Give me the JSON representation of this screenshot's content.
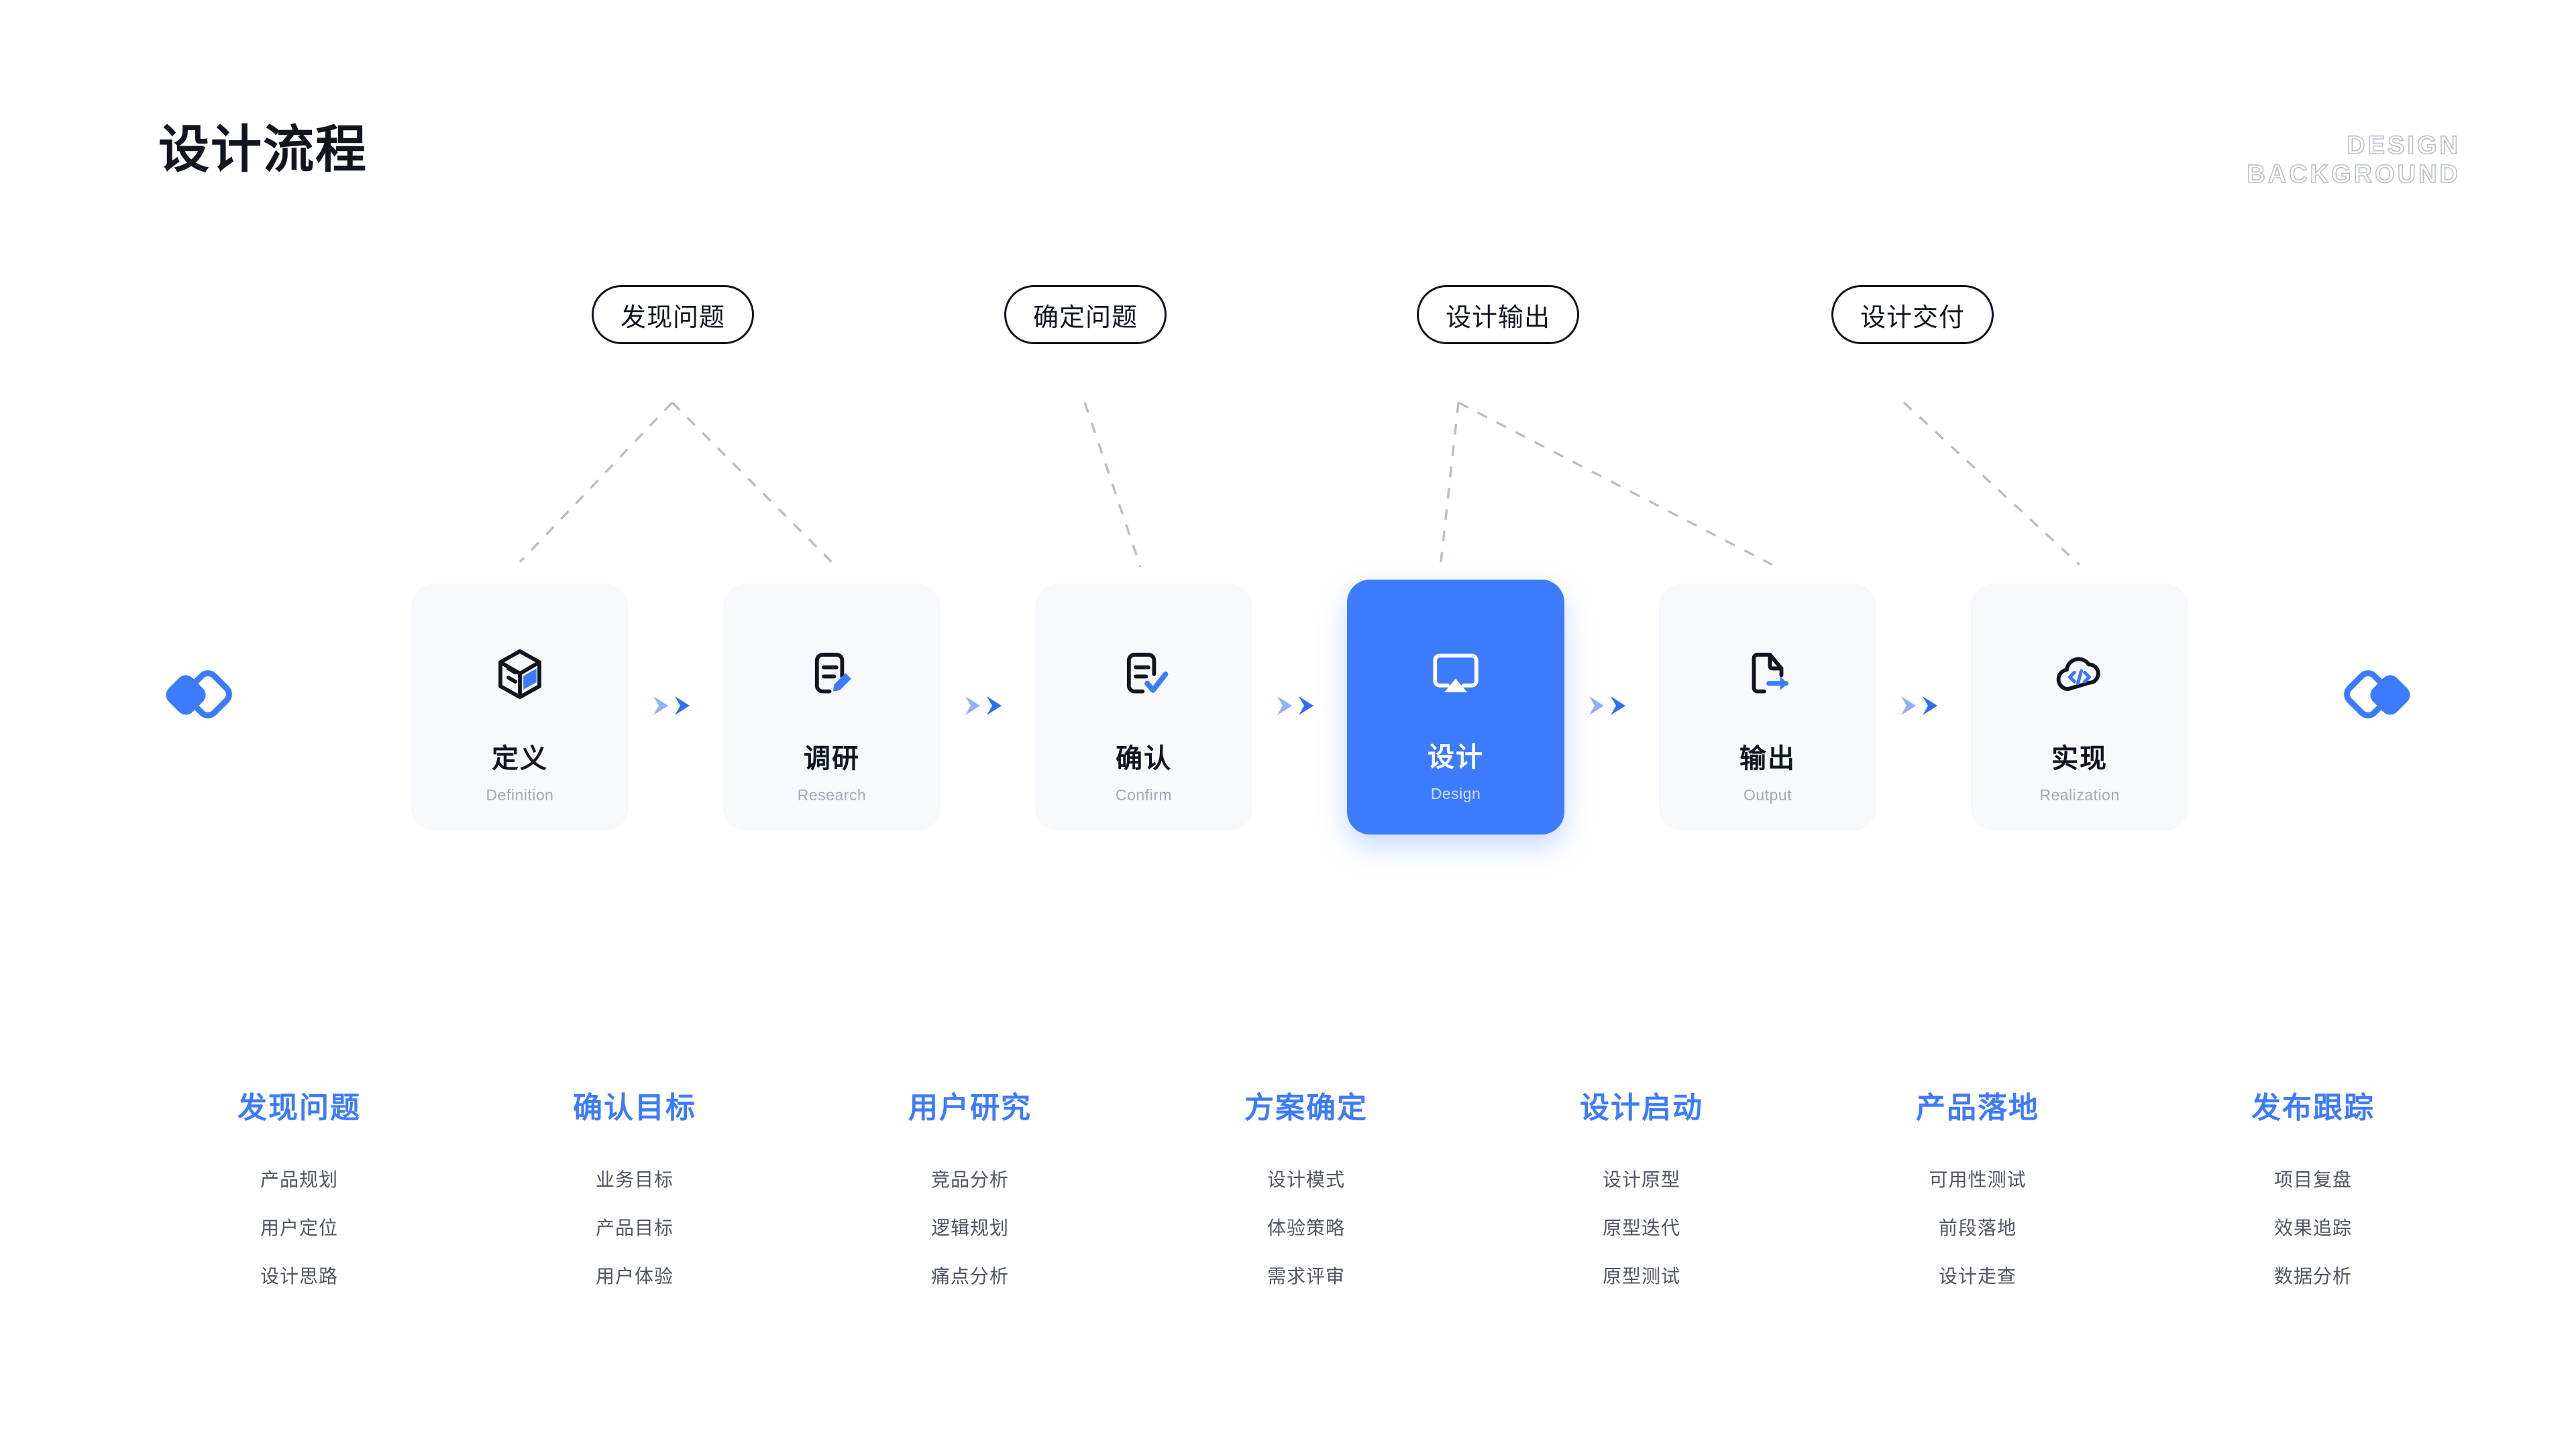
{
  "header": {
    "title": "设计流程",
    "wordmark_line1": "DESIGN",
    "wordmark_line2": "BACKGROUND"
  },
  "colors": {
    "accent": "#3d7bfd",
    "accent_light": "#8fb2fb",
    "card_bg": "#f6f8fb",
    "ink": "#10151f",
    "muted": "#a2a9b5",
    "body": "#4f5663",
    "dashed": "#b9bfc9"
  },
  "phase_pills": [
    {
      "label": "发现问题"
    },
    {
      "label": "确定问题"
    },
    {
      "label": "设计输出"
    },
    {
      "label": "设计交付"
    }
  ],
  "steps": [
    {
      "title": "定义",
      "subtitle": "Definition",
      "icon": "cube-icon",
      "active": false
    },
    {
      "title": "调研",
      "subtitle": "Research",
      "icon": "document-pencil-icon",
      "active": false
    },
    {
      "title": "确认",
      "subtitle": "Confirm",
      "icon": "document-check-icon",
      "active": false
    },
    {
      "title": "设计",
      "subtitle": "Design",
      "icon": "airplay-monitor-icon",
      "active": true
    },
    {
      "title": "输出",
      "subtitle": "Output",
      "icon": "file-export-icon",
      "active": false
    },
    {
      "title": "实现",
      "subtitle": "Realization",
      "icon": "cloud-code-icon",
      "active": false
    }
  ],
  "separator_icon": "double-chevron-right-icon",
  "decorations": {
    "left_icon": "diamond-pair-icon",
    "right_icon": "diamond-pair-icon"
  },
  "detail_columns": [
    {
      "heading": "发现问题",
      "items": [
        "产品规划",
        "用户定位",
        "设计思路"
      ]
    },
    {
      "heading": "确认目标",
      "items": [
        "业务目标",
        "产品目标",
        "用户体验"
      ]
    },
    {
      "heading": "用户研究",
      "items": [
        "竞品分析",
        "逻辑规划",
        "痛点分析"
      ]
    },
    {
      "heading": "方案确定",
      "items": [
        "设计模式",
        "体验策略",
        "需求评审"
      ]
    },
    {
      "heading": "设计启动",
      "items": [
        "设计原型",
        "原型迭代",
        "原型测试"
      ]
    },
    {
      "heading": "产品落地",
      "items": [
        "可用性测试",
        "前段落地",
        "设计走查"
      ]
    },
    {
      "heading": "发布跟踪",
      "items": [
        "项目复盘",
        "效果追踪",
        "数据分析"
      ]
    }
  ]
}
